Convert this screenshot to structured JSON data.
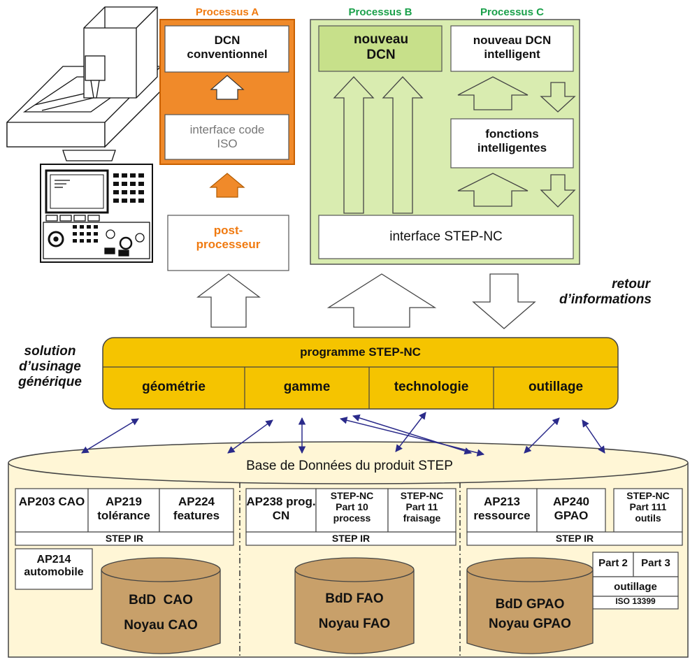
{
  "colors": {
    "orange": "#f08a2a",
    "orange_text": "#f07a10",
    "green_fill": "#d9ecb0",
    "green_cell": "#c7e08a",
    "green_text": "#1aa04a",
    "yellow": "#f5c400",
    "cream": "#fff6d6",
    "db_brown": "#c8a06a",
    "arrow_blue": "#2a2a8a"
  },
  "process_a": {
    "title": "Processus A",
    "dcn": "DCN conventionnel",
    "interface": "interface code ISO",
    "post_processor": "post- processeur"
  },
  "process_b": {
    "title": "Processus B",
    "dcn": "nouveau DCN"
  },
  "process_c": {
    "title": "Processus C",
    "dcn": "nouveau DCN intelligent",
    "functions": "fonctions intelligentes"
  },
  "step_nc_interface": "interface STEP-NC",
  "feedback": "retour d’informations",
  "generic_solution": "solution d’usinage générique",
  "program": {
    "title": "programme STEP-NC",
    "cells": [
      "géométrie",
      "gamme",
      "technologie",
      "outillage"
    ]
  },
  "database": {
    "title": "Base de Données du produit STEP",
    "left": {
      "aps": [
        "AP203 CAO",
        "AP219 tolérance",
        "AP224 features"
      ],
      "step_ir": "STEP IR",
      "extra": "AP214 automobile",
      "db_line1": "BdD  CAO",
      "db_line2": "Noyau CAO"
    },
    "middle": {
      "aps": [
        "AP238 prog. CN",
        "STEP-NC Part 10 process",
        "STEP-NC Part 11 fraisage"
      ],
      "step_ir": "STEP IR",
      "db_line1": "BdD FAO",
      "db_line2": "Noyau FAO"
    },
    "right": {
      "aps": [
        "AP213 ressource",
        "AP240 GPAO",
        "STEP-NC Part 111 outils"
      ],
      "step_ir": "STEP IR",
      "part2": "Part 2",
      "part3": "Part 3",
      "outillage": "outillage",
      "iso": "ISO 13399",
      "db_line1": "BdD GPAO",
      "db_line2": "Noyau GPAO"
    }
  }
}
